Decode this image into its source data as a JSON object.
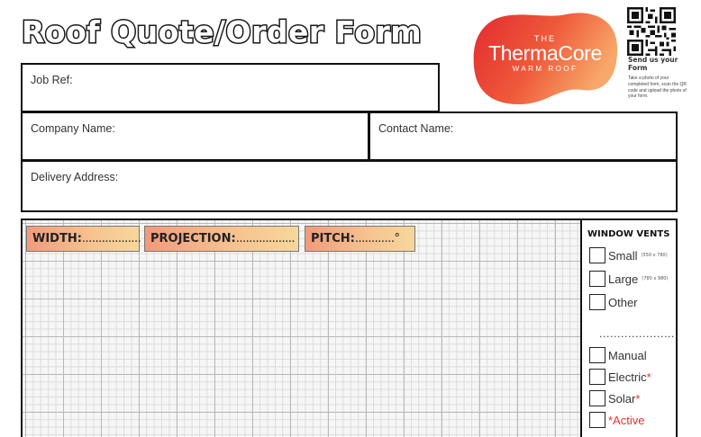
{
  "header": {
    "title": "Roof Quote/Order Form"
  },
  "logo": {
    "prefix": "THE",
    "brand": "ThermaCore",
    "tagline": "WARM ROOF",
    "colors": {
      "red": "#e62a2f",
      "orange": "#f59a5a"
    }
  },
  "qr": {
    "title": "Send us your Form",
    "description": "Take a photo of your completed form, scan the QR code and upload the photo of your form."
  },
  "fields": {
    "job_ref": "Job Ref:",
    "company_name": "Company Name:",
    "contact_name": "Contact Name:",
    "delivery_address": "Delivery Address:"
  },
  "measurements": {
    "width_label": "WIDTH:",
    "width_dots": "..................",
    "projection_label": "PROJECTION:",
    "projection_dots": "..................",
    "pitch_label": "PITCH:",
    "pitch_dots": "............°"
  },
  "window_vents": {
    "title": "WINDOW VENTS",
    "small_label": "Small",
    "small_size": "(550 x 780)",
    "large_label": "Large",
    "large_size": "(780 x 980)",
    "other_label": "Other",
    "dots": "......................",
    "manual_label": "Manual",
    "electric_label": "Electric",
    "solar_label": "Solar",
    "active_label": "*Active",
    "star": "*"
  }
}
